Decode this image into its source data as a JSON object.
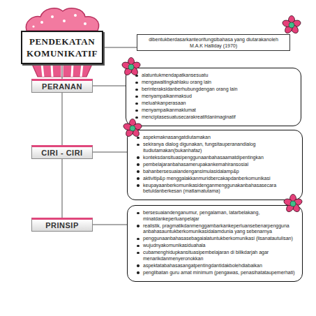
{
  "diagram": {
    "nodes": [
      {
        "text": [
          "PENDEKATAN KOMUNIKATIF"
        ]
      },
      {
        "text": [
          "dibentukberdasarkanteorifungsibahasa yang diutarakanoleh M.A.K Halliday (1970)"
        ]
      },
      {
        "text": [
          "PERANAN"
        ]
      },
      {
        "text": [
          "alatuntukmendapatkansesuatu",
          "mengawaltingkahlaku orang lain",
          "berinteraksidanberhubungdengan orang lain",
          "menyampaikanmaksud",
          "meluahkanperasaan",
          "menyampaikanmaklumat",
          "menciptasesuatusecarakreatifdanimaginatif"
        ]
      },
      {
        "text": [
          "CIRI - CIRI"
        ]
      },
      {
        "text": [
          "aspekmaknasangatdiutamakan",
          "sekiranya dialog digunakan, fungsitauperanandialog itudiutamakan(bukanhafaz)",
          "konteksdansituasipenggunaanbahasaamatdipentingkan",
          "pembelajaranbahasamerupakankemahiransosial",
          "bahanbersesuaiandengansimulasidalamp&p",
          "aktivitip&p menggalakkanmuridbercakapdanberkomunikasi",
          "keupayaanberkomunikasidenganmenggunakanbahasasecara betuldanberkesan (matlamatutama)"
        ]
      },
      {
        "text": [
          "PRINSIP"
        ]
      },
      {
        "text": [
          "bersesuaiandenganumur, pengalaman, latarbelakang, minatdankeperluanpelajar",
          "realistik, pragmatikdanmenggambarkankeperluansebenarpengguna anbahasauntukberkomunikasidalamdunia yang sebenarnya",
          "penggunaanbahasasebagaialatuntukberkomunikasi (lisanatautulisan)",
          "wujudnyakomunikasiduahala",
          "cubamenghidupkansituasipembelajaran di bilikdarjah agar menarikdanmenyeronokkan",
          "aspektatabahasasangatpentingdantidakbolehdiabaikan",
          "penglibatan guru amat minimum (pengawas, penasihatataupemerhati)"
        ]
      }
    ],
    "edges": [
      {
        "from": 0,
        "to": 1,
        "arrow": "none"
      },
      {
        "from": 0,
        "to": 2,
        "arrow": "none"
      },
      {
        "from": 2,
        "to": 3,
        "arrow": "none"
      },
      {
        "from": 2,
        "to": 4,
        "arrow": "none"
      },
      {
        "from": 4,
        "to": 5,
        "arrow": "none"
      },
      {
        "from": 4,
        "to": 6,
        "arrow": "none"
      },
      {
        "from": 6,
        "to": 7,
        "arrow": "none"
      }
    ]
  }
}
